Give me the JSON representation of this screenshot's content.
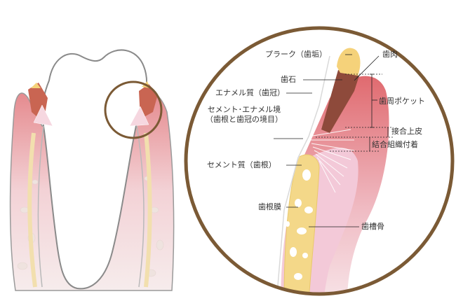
{
  "labels": {
    "plaque": "プラーク（歯垢）",
    "gingiva": "歯肉",
    "calculus": "歯石",
    "enamel": "エナメル質（歯冠）",
    "pocket": "歯周ポケット",
    "cej_line1": "セメント･エナメル境",
    "cej_line2": "（歯根と歯冠の境目）",
    "junctional_epithelium": "接合上皮",
    "connective_attachment": "結合組織付着",
    "cementum": "セメント質（歯根）",
    "pdl": "歯根膜",
    "alveolar_bone": "歯槽骨"
  },
  "colors": {
    "ring": "#7b5a35",
    "gum": "#e2777a",
    "gum_light": "#f2c7cb",
    "tissue_pink": "#f3c9d8",
    "bone": "#f4d889",
    "calculus": "#8e4a3b",
    "plaque": "#f5d27a",
    "tooth_outline": "#8a8a8a"
  }
}
